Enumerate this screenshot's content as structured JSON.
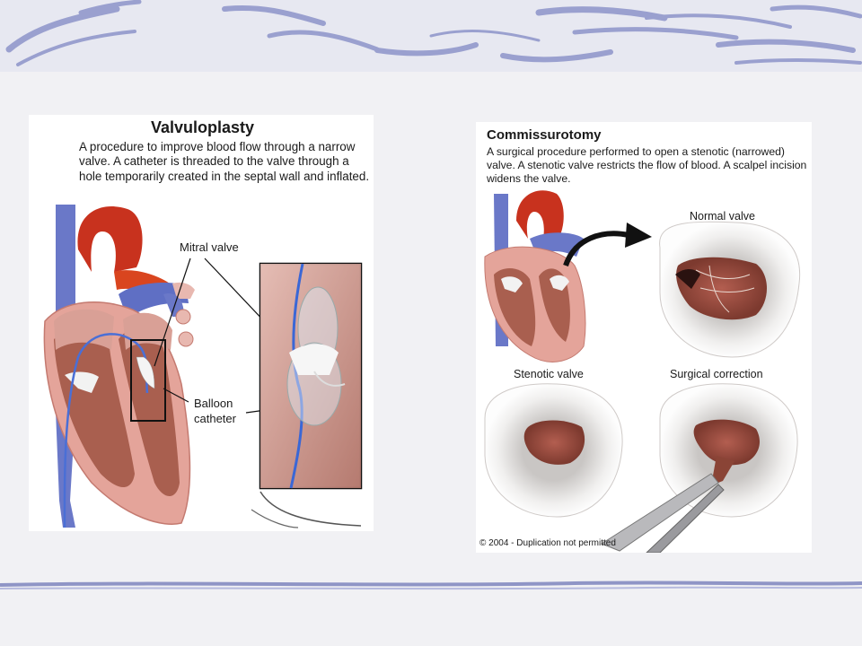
{
  "valvuloplasty": {
    "title": "Valvuloplasty",
    "description": "A procedure to improve blood flow through a narrow valve. A catheter is threaded to the valve through a hole temporarily created in the septal wall and inflated.",
    "labels": {
      "mitral_valve": "Mitral valve",
      "balloon_line1": "Balloon",
      "balloon_line2": "catheter"
    }
  },
  "commissurotomy": {
    "title": "Commissurotomy",
    "description": "A surgical procedure performed to open a stenotic (narrowed) valve. A stenotic valve restricts the flow of blood. A scalpel incision widens the valve.",
    "labels": {
      "normal_valve": "Normal valve",
      "stenotic_valve": "Stenotic valve",
      "surgical_correction": "Surgical correction"
    },
    "copyright": "© 2004 - Duplication not permitted"
  },
  "colors": {
    "vein_blue": "#6a78c8",
    "aorta_red": "#c8321e",
    "muscle": "#b86a58",
    "tissue_pink": "#e8b8b0",
    "slide_swoosh": "#8f95c6"
  }
}
